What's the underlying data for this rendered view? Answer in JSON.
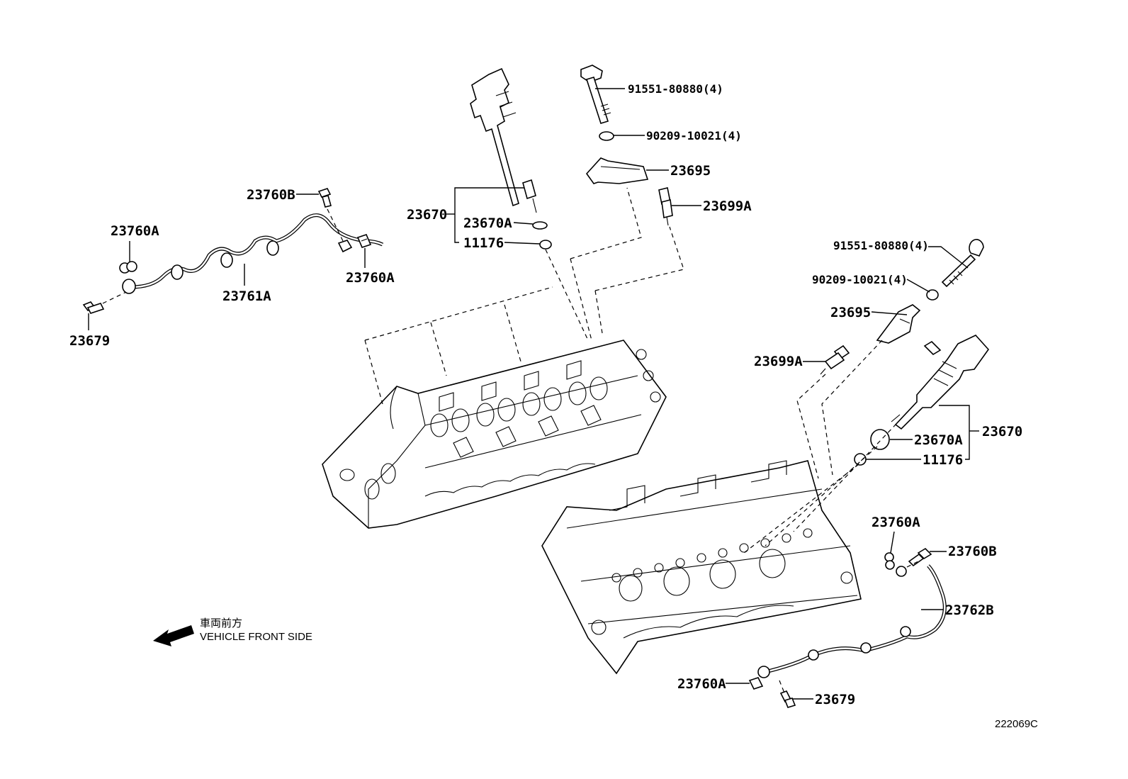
{
  "labels": {
    "bolt_top": "91551-80880(4)",
    "washer_top": "90209-10021(4)",
    "clamp_top": "23695",
    "sensor_top": "23699A",
    "injector_top": "23670",
    "oring_top": "23670A",
    "seal_top": "11176",
    "bolt_b_left": "23760B",
    "clip_a_left_top": "23760A",
    "clip_a_left_right": "23760A",
    "pipe_left": "23761A",
    "bolt_left": "23679",
    "bolt_right": "91551-80880(4)",
    "washer_right": "90209-10021(4)",
    "clamp_right": "23695",
    "sensor_right": "23699A",
    "oring_right": "23670A",
    "injector_right": "23670",
    "seal_right": "11176",
    "clip_a_right_top": "23760A",
    "bolt_b_right": "23760B",
    "pipe_right": "23762B",
    "clip_a_right_bottom": "23760A",
    "bolt_right_bottom": "23679"
  },
  "direction": {
    "japanese": "車両前方",
    "english": "VEHICLE FRONT SIDE"
  },
  "figure_code": "222069C"
}
